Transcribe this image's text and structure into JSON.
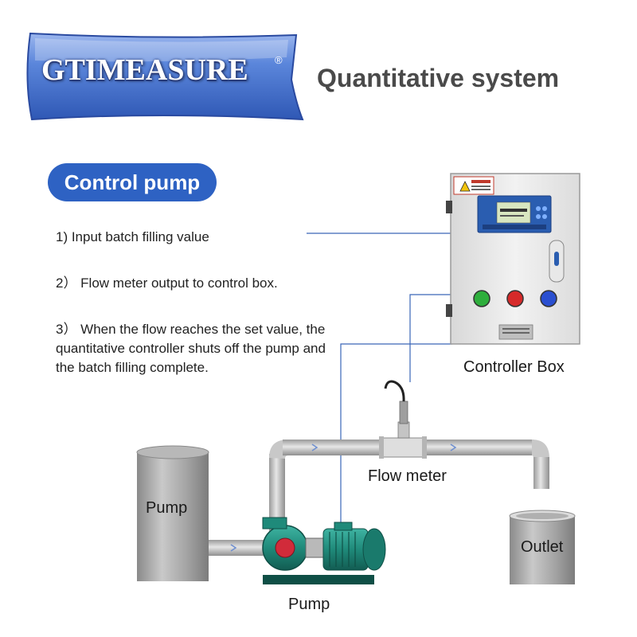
{
  "brand": {
    "logo_text": "GTIMEASURE",
    "registered_mark": "®"
  },
  "header": {
    "title": "Quantitative system"
  },
  "section": {
    "pill_label": "Control pump"
  },
  "steps": [
    "1)  Input batch filling value",
    "2）  Flow meter output to control box.",
    "3）  When the flow reaches the set value, the quantitative controller shuts off the pump and the  batch filling complete."
  ],
  "labels": {
    "controller_box": "Controller Box",
    "flow_meter": "Flow meter",
    "pump_tank": "Pump",
    "outlet": "Outlet",
    "pump": "Pump"
  },
  "colors": {
    "banner_blue": "#4a77d0",
    "pill_blue": "#2e62c3",
    "connector_line": "#3a66b8",
    "title_gray": "#4a4a4a",
    "pump_green": "#1f8a7a"
  },
  "icons": [
    "warning-icon",
    "green-start-button-icon",
    "red-stop-button-icon",
    "blue-reset-button-icon",
    "flow-arrow-icon"
  ]
}
